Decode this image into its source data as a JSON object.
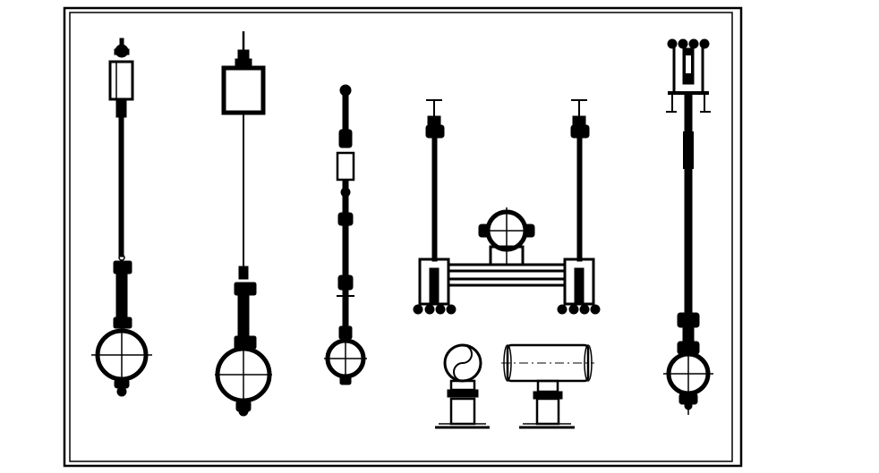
{
  "drawing": {
    "domain": "engineering-cad-sheet",
    "colors": {
      "line": "#000000",
      "background": "#ffffff"
    },
    "components": [
      "rod-hanger-with-spring-can",
      "rod-hanger-with-box-can",
      "rod-hanger-with-turnbuckle",
      "trapeze-hanger-assembly",
      "pipe-saddle-support-front",
      "pipe-saddle-support-side",
      "spring-hanger-with-pipe-clamp"
    ]
  }
}
